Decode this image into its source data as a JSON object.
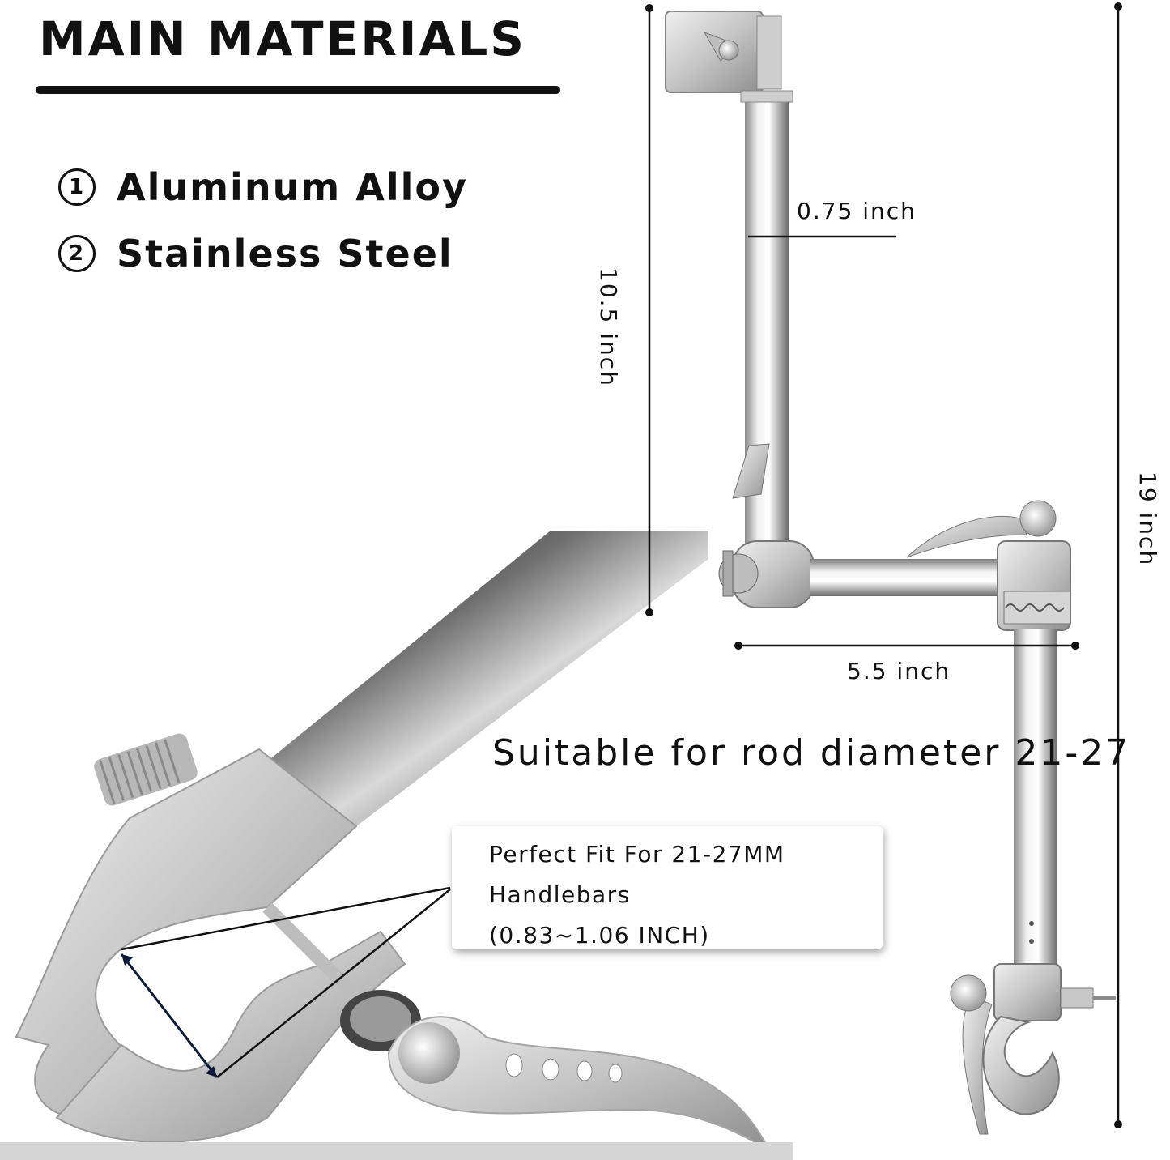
{
  "heading": {
    "title": "MAIN MATERIALS"
  },
  "materials": [
    {
      "marker": "1",
      "label": "Aluminum Alloy"
    },
    {
      "marker": "2",
      "label": "Stainless Steel"
    }
  ],
  "dimensions": {
    "tube_diameter": "0.75 inch",
    "upper_height": "10.5 inch",
    "total_height": "19 inch",
    "horizontal_length": "5.5 inch"
  },
  "suitable_text": "Suitable for rod diameter 21-27",
  "callout": {
    "line1": "Perfect Fit For 21-27MM",
    "line2": "Handlebars",
    "line3": "(0.83~1.06 INCH)"
  },
  "colors": {
    "text": "#111111",
    "metal_light": "#e6e6e6",
    "metal_mid": "#b5b5b5",
    "metal_dark": "#5a5a5a"
  }
}
